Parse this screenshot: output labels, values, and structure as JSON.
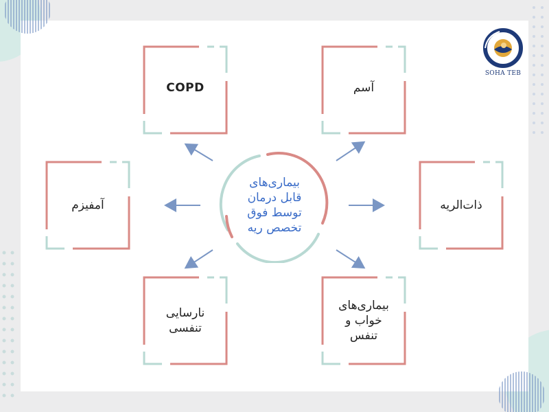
{
  "logo": {
    "text": "SOHA TEB"
  },
  "center": {
    "text": "بیماری‌های\nقابل درمان\nتوسط فوق\nتخصص ریه"
  },
  "nodes": {
    "copd": "COPD",
    "asthma": "آسم",
    "emphysema": "آمفیزم",
    "pneumonia": "ذات‌الریه",
    "respiratory_failure": "نارسایی\nتنفسی",
    "sleep_disorders": "بیماری‌های\nخواب و\nتنفس"
  },
  "colors": {
    "salmon": "#d98a86",
    "mint": "#b8d9d3",
    "arrow": "#7a96c4",
    "center_text": "#3a6cc8",
    "logo_blue": "#1e3a78",
    "logo_gold": "#e2a83a"
  }
}
